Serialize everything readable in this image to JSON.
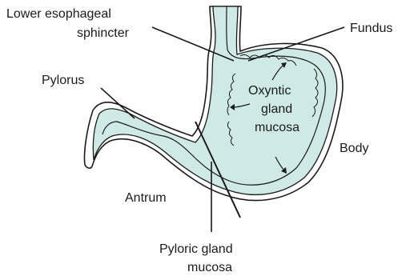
{
  "diagram": {
    "labels": {
      "les_line1": "Lower esophageal",
      "les_line2": "sphincter",
      "fundus": "Fundus",
      "pylorus": "Pylorus",
      "oxyntic_line1": "Oxyntic",
      "oxyntic_line2": "gland",
      "oxyntic_line3": "mucosa",
      "body": "Body",
      "antrum": "Antrum",
      "pyloric_line1": "Pyloric gland",
      "pyloric_line2": "mucosa"
    },
    "colors": {
      "mucosa_fill": "#cfeae6",
      "outline": "#1a1a1a",
      "background": "#ffffff"
    }
  }
}
